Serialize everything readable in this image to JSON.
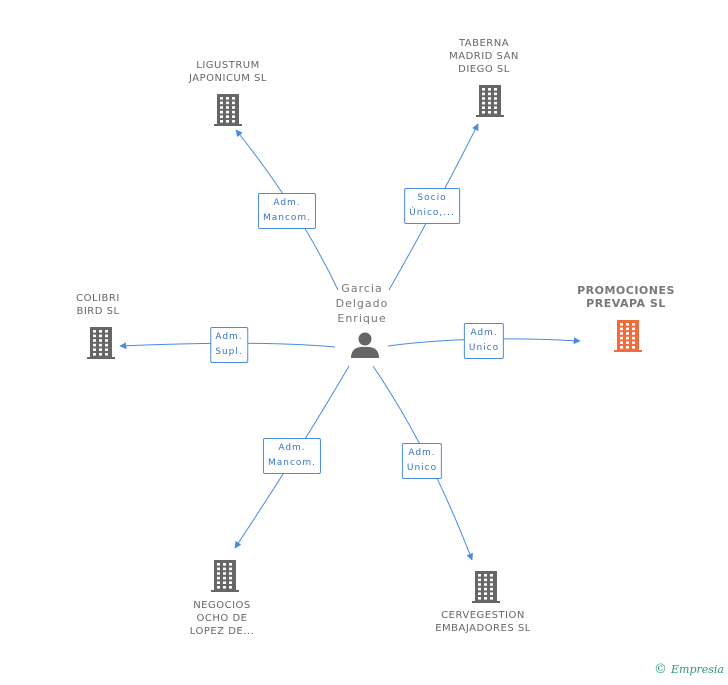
{
  "center": {
    "lines": [
      "Garcia",
      "Delgado",
      "Enrique"
    ],
    "icon": "person-icon"
  },
  "nodes": [
    {
      "id": "ligustrum",
      "lines": [
        "LIGUSTRUM",
        "JAPONICUM SL"
      ],
      "icon": "building-icon",
      "highlight": false
    },
    {
      "id": "taberna",
      "lines": [
        "TABERNA",
        "MADRID SAN",
        "DIEGO  SL"
      ],
      "icon": "building-icon",
      "highlight": false
    },
    {
      "id": "colibri",
      "lines": [
        "COLIBRI",
        "BIRD SL"
      ],
      "icon": "building-icon",
      "highlight": false
    },
    {
      "id": "promociones",
      "lines": [
        "PROMOCIONES",
        "PREVAPA SL"
      ],
      "icon": "building-icon",
      "highlight": true,
      "color": "#f26b3a"
    },
    {
      "id": "negocios",
      "lines": [
        "NEGOCIOS",
        "OCHO DE",
        "LOPEZ DE..."
      ],
      "icon": "building-icon",
      "highlight": false
    },
    {
      "id": "cervegestion",
      "lines": [
        "CERVEGESTION",
        "EMBAJADORES SL"
      ],
      "icon": "building-icon",
      "highlight": false
    }
  ],
  "edges": [
    {
      "to": "ligustrum",
      "lines": [
        "Adm.",
        "Mancom."
      ]
    },
    {
      "to": "taberna",
      "lines": [
        "Socio",
        "Único,..."
      ]
    },
    {
      "to": "colibri",
      "lines": [
        "Adm.",
        "Supl."
      ]
    },
    {
      "to": "promociones",
      "lines": [
        "Adm.",
        "Unico"
      ]
    },
    {
      "to": "negocios",
      "lines": [
        "Adm.",
        "Mancom."
      ]
    },
    {
      "to": "cervegestion",
      "lines": [
        "Adm.",
        "Unico"
      ]
    }
  ],
  "footer": {
    "symbol": "©",
    "brand": "Empresia"
  },
  "colors": {
    "edge": "#4a8be0",
    "building": "#666666",
    "highlight": "#f26b3a",
    "person": "#666666"
  }
}
